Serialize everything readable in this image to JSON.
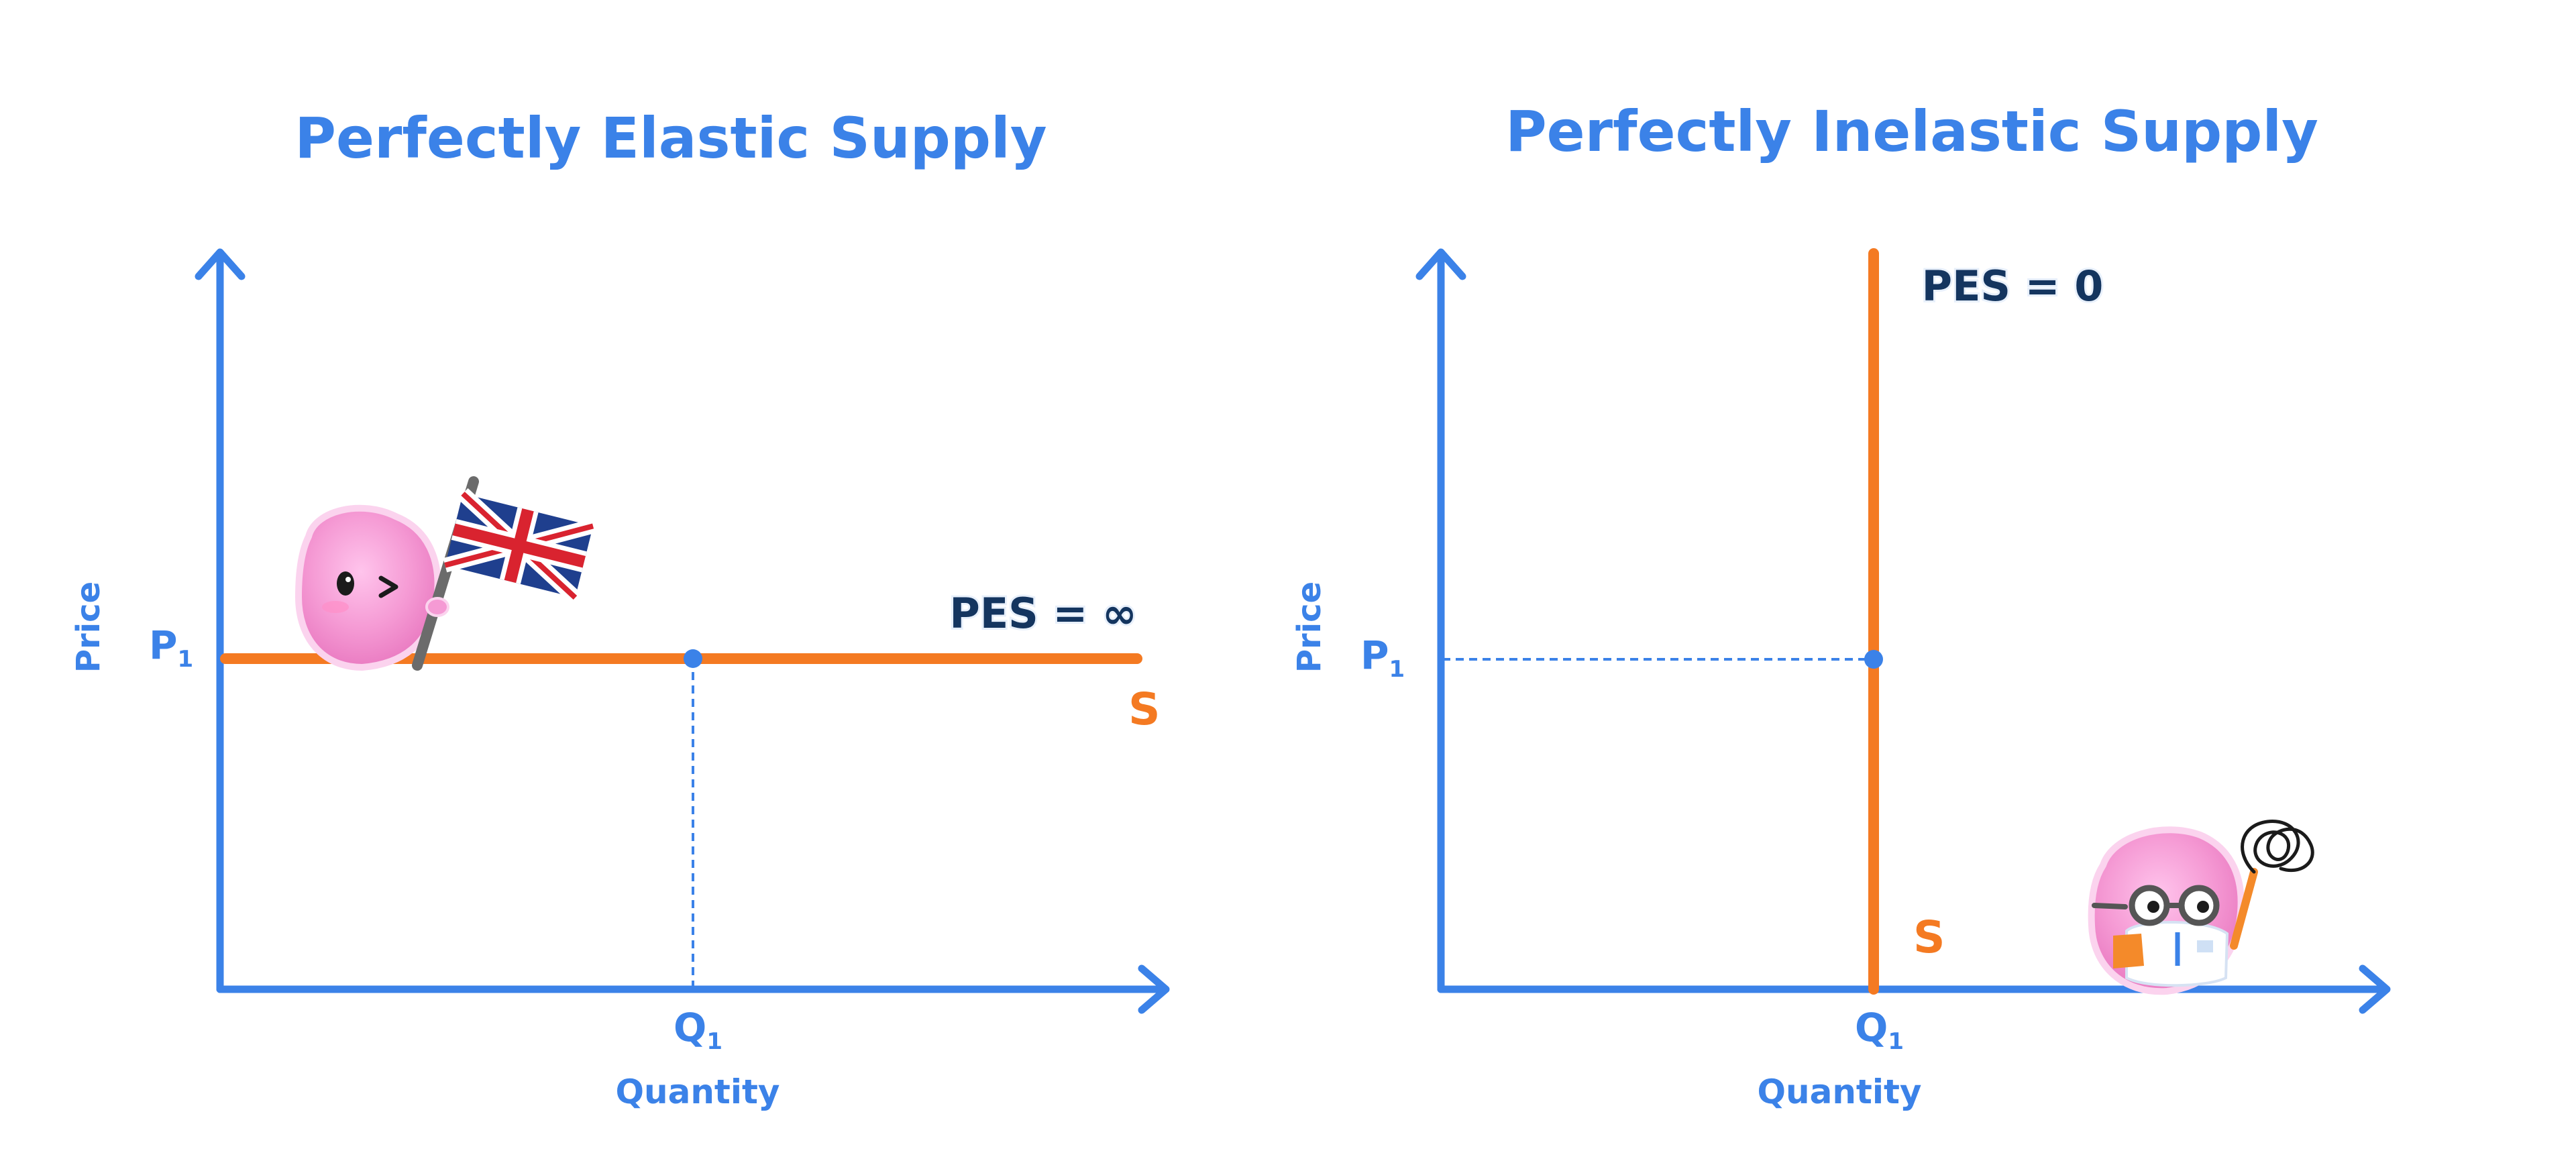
{
  "colors": {
    "axis": "#3b82e8",
    "supply": "#f47a22",
    "pes_text": "#14355f",
    "character": "#f7a3d8"
  },
  "chart_data": [
    {
      "type": "line",
      "title": "Perfectly Elastic Supply",
      "xlabel": "Quantity",
      "ylabel": "Price",
      "x_tick": "Q1",
      "y_tick": "P1",
      "series": [
        {
          "name": "S",
          "orientation": "horizontal",
          "x": [
            0,
            1
          ],
          "y": [
            0.5,
            0.5
          ]
        }
      ],
      "point": {
        "x": 0.52,
        "y": 0.5
      },
      "annotation": "PES = ∞",
      "xlim": [
        0,
        1
      ],
      "ylim": [
        0,
        1
      ],
      "grid": false,
      "decoration": "pink-character-with-union-jack-flag"
    },
    {
      "type": "line",
      "title": "Perfectly Inelastic Supply",
      "xlabel": "Quantity",
      "ylabel": "Price",
      "x_tick": "Q1",
      "y_tick": "P1",
      "series": [
        {
          "name": "S",
          "orientation": "vertical",
          "x": [
            0.53,
            0.53
          ],
          "y": [
            0,
            1
          ]
        }
      ],
      "point": {
        "x": 0.53,
        "y": 0.5
      },
      "annotation": "PES = 0",
      "xlim": [
        0,
        1
      ],
      "ylim": [
        0,
        1
      ],
      "grid": false,
      "decoration": "pink-scientist-character-with-scribble-sign"
    }
  ]
}
